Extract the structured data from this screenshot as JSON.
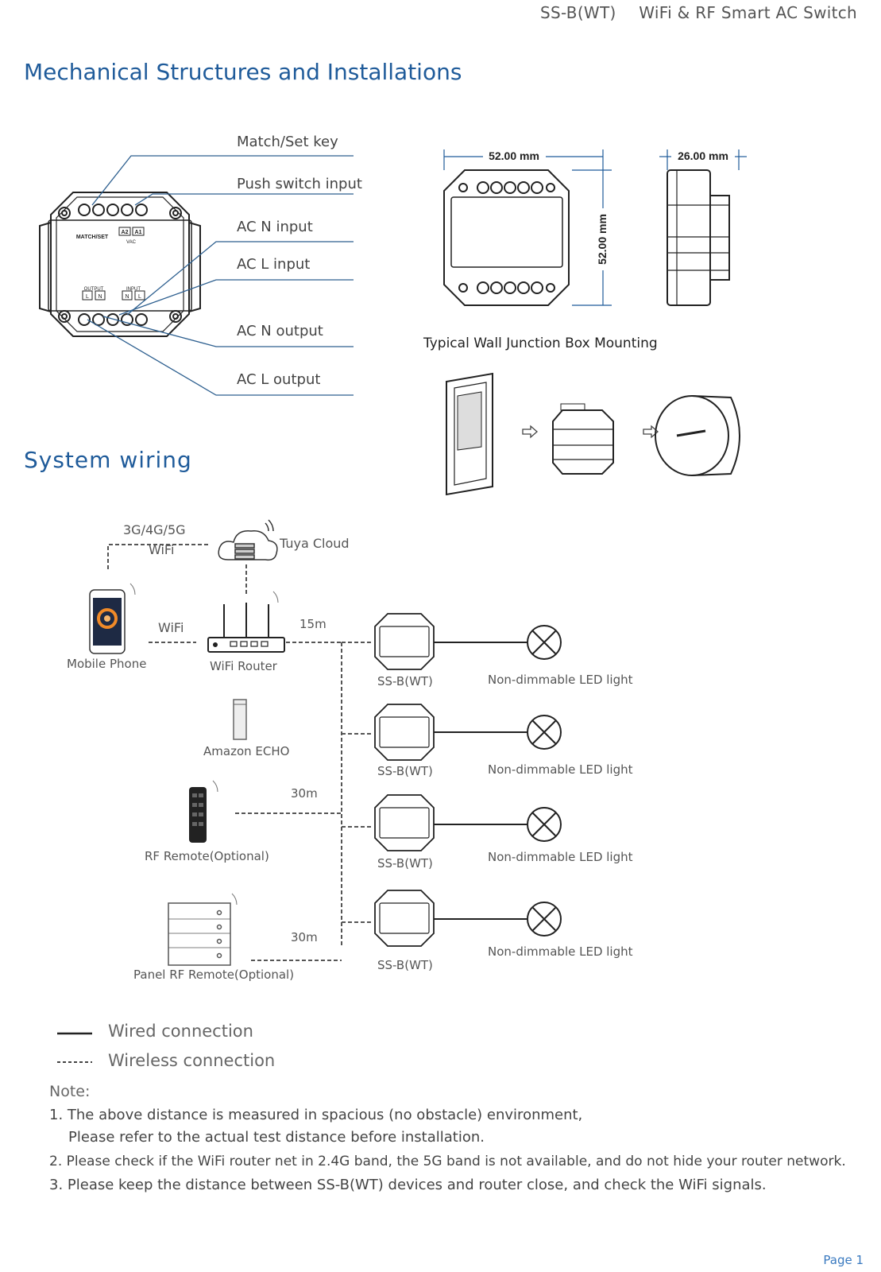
{
  "header": {
    "model": "SS-B(WT)",
    "product": "WiFi & RF Smart AC Switch"
  },
  "sections": {
    "mechanical": "Mechanical Structures and Installations",
    "wiring": "System wiring"
  },
  "callouts": [
    "Match/Set key",
    "Push switch input",
    "AC N input",
    "AC L input",
    "AC N output",
    "AC L output"
  ],
  "device_text": {
    "match_set": "MATCH/SET",
    "a2": "A2",
    "a1": "A1",
    "vac": "VAC",
    "output": "OUTPUT",
    "input": "INPUT",
    "l": "L",
    "n": "N"
  },
  "dimensions": {
    "width": "52.00 mm",
    "height": "52.00 mm",
    "depth": "26.00 mm"
  },
  "mounting_title": "Typical Wall Junction Box Mounting",
  "wiring": {
    "cellular": "3G/4G/5G",
    "wifi_top": "WiFi",
    "cloud": "Tuya Cloud",
    "phone": "Mobile Phone",
    "wifi_mid": "WiFi",
    "router": "WiFi Router",
    "dist_router": "15m",
    "echo": "Amazon ECHO",
    "rf_remote": "RF Remote(Optional)",
    "dist_rf": "30m",
    "panel_remote": "Panel RF Remote(Optional)",
    "dist_panel": "30m",
    "devices": [
      "SS-B(WT)",
      "SS-B(WT)",
      "SS-B(WT)",
      "SS-B(WT)"
    ],
    "lights": [
      "Non-dimmable LED light",
      "Non-dimmable LED light",
      "Non-dimmable LED light",
      "Non-dimmable LED light"
    ]
  },
  "legend": {
    "wired": "Wired connection",
    "wireless": "Wireless connection"
  },
  "notes": {
    "title": "Note:",
    "n1a": "1. The above distance is measured in spacious (no obstacle) environment,",
    "n1b": "Please refer to the actual test distance before installation.",
    "n2": "2. Please check if the WiFi router net in 2.4G band, the 5G band is not available, and do not hide your router network.",
    "n3": "3. Please keep the distance between SS-B(WT) devices and router close, and check the WiFi signals."
  },
  "page": "Page 1",
  "colors": {
    "heading": "#1f5b9a",
    "callout_line": "#2d5f8f",
    "page": "#3a7ac0"
  }
}
